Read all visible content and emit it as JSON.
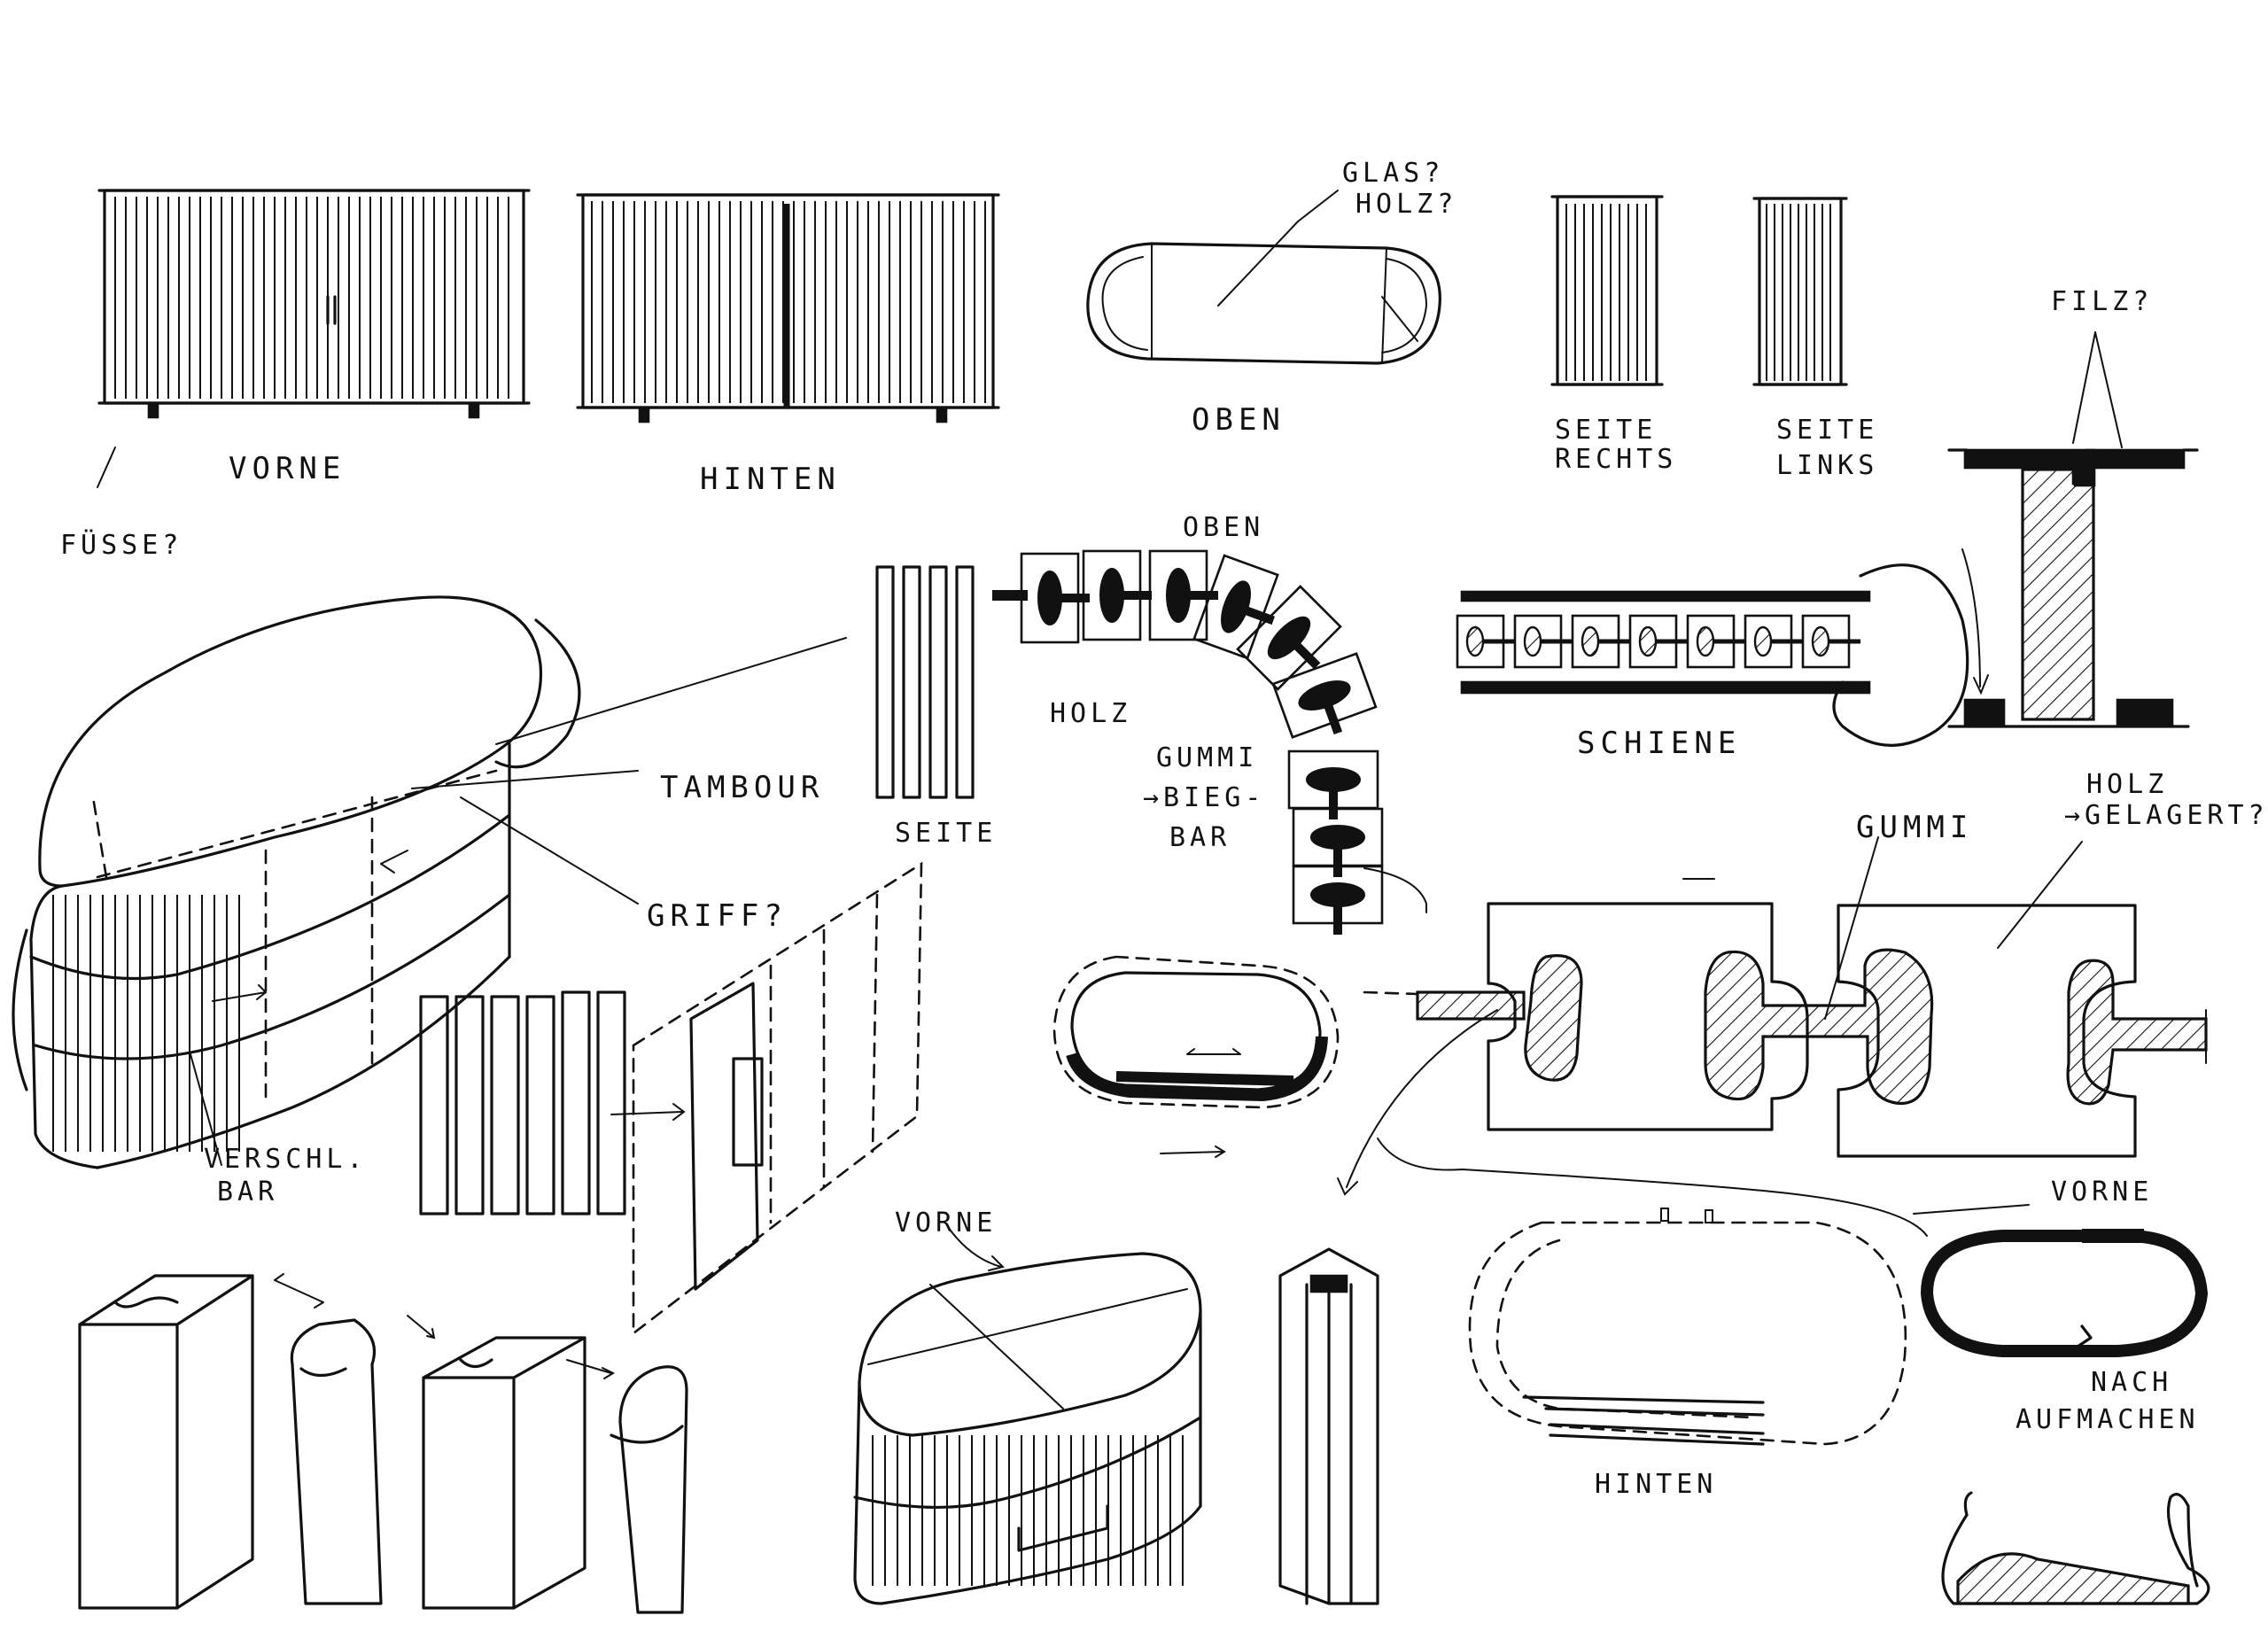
{
  "labels": {
    "vorne_top": "VORNE",
    "hinten_top": "HINTEN",
    "oben_top": "OBEN",
    "glas_holz_line1": "GLAS?",
    "glas_holz_line2": "HOLZ?",
    "seite_rechts_line1": "SEITE",
    "seite_rechts_line2": "RECHTS",
    "seite_links_line1": "SEITE",
    "seite_links_line2": "LINKS",
    "filz": "FILZ?",
    "fuesse": "FÜSSE?",
    "tambour": "TAMBOUR",
    "griff": "GRIFF?",
    "verschliessbar_line1": "VERSCHL.",
    "verschliessbar_line2": "BAR",
    "seite_mid": "SEITE",
    "oben_mid": "OBEN",
    "holz_mid": "HOLZ",
    "gummi_biegbar_line1": "GUMMI",
    "gummi_biegbar_line2": "→BIEG-",
    "gummi_biegbar_line3": "BAR",
    "schiene": "SCHIENE",
    "gummi_right": "GUMMI",
    "holz_gelagert_line1": "HOLZ",
    "holz_gelagert_line2": "→GELAGERT?",
    "vorne_bottom_mid": "VORNE",
    "hinten_bottom": "HINTEN",
    "vorne_bottom_right": "VORNE",
    "nach_aufmachen_line1": "NACH",
    "nach_aufmachen_line2": "AUFMACHEN"
  }
}
